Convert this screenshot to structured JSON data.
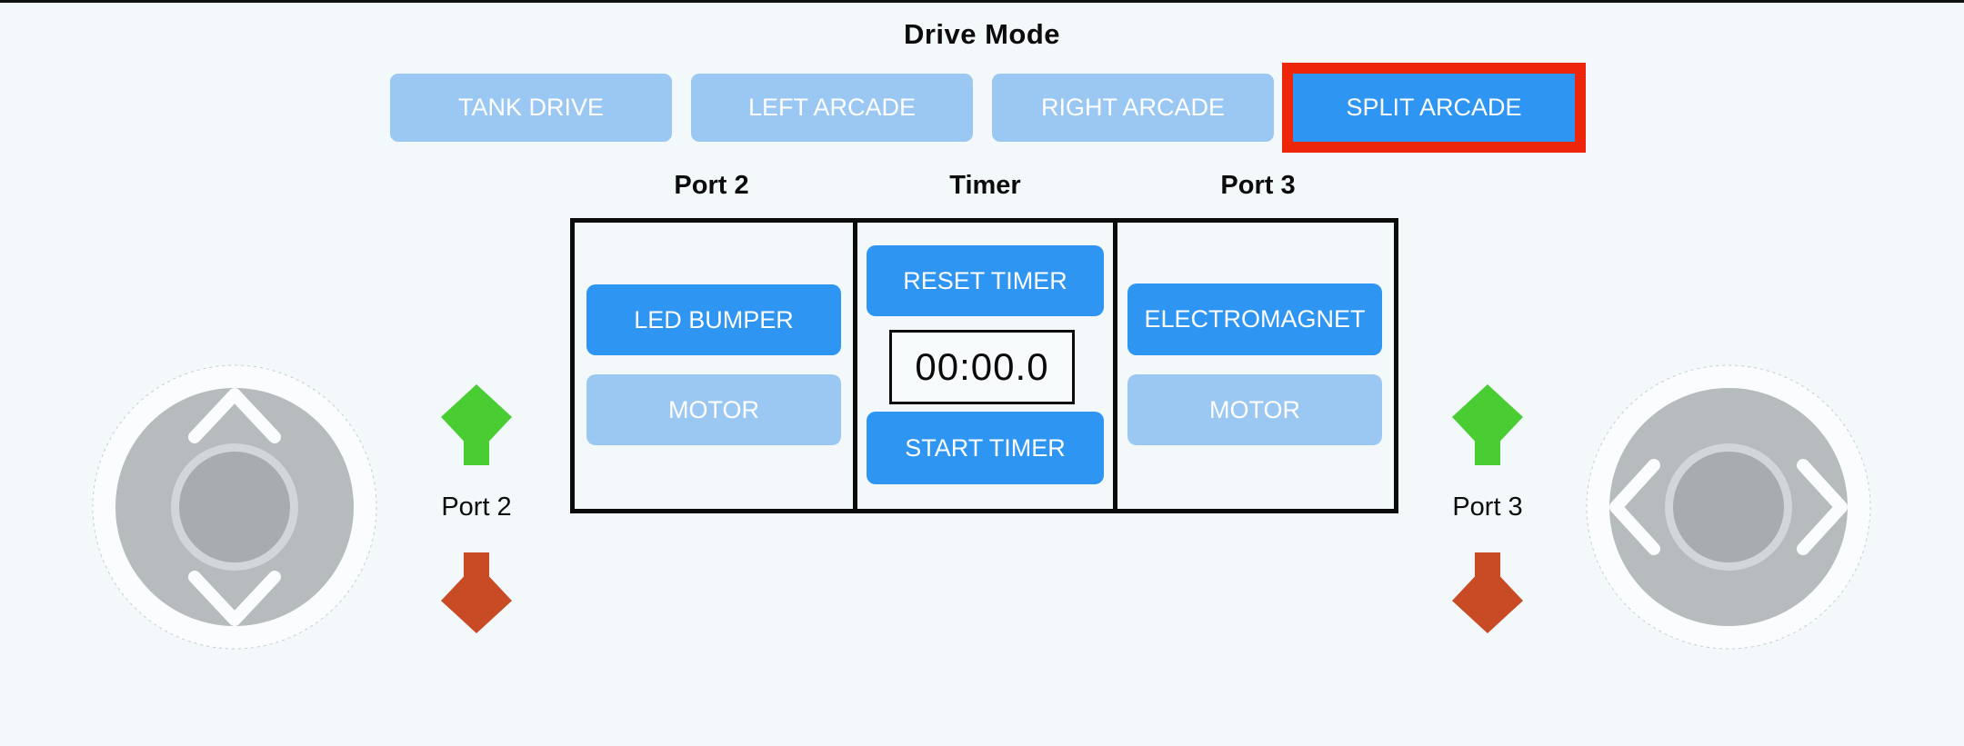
{
  "page_title": "Drive Mode",
  "drive_mode": {
    "buttons": [
      {
        "label": "TANK DRIVE",
        "selected": false
      },
      {
        "label": "LEFT ARCADE",
        "selected": false
      },
      {
        "label": "RIGHT ARCADE",
        "selected": false
      },
      {
        "label": "SPLIT ARCADE",
        "selected": true
      }
    ]
  },
  "panel": {
    "columns": [
      {
        "header": "Port 2",
        "buttons": [
          {
            "label": "LED BUMPER",
            "state": "active"
          },
          {
            "label": "MOTOR",
            "state": "inactive"
          }
        ]
      },
      {
        "header": "Timer",
        "reset_label": "RESET TIMER",
        "display_value": "00:00.0",
        "start_label": "START TIMER"
      },
      {
        "header": "Port 3",
        "buttons": [
          {
            "label": "ELECTROMAGNET",
            "state": "active"
          },
          {
            "label": "MOTOR",
            "state": "inactive"
          }
        ]
      }
    ]
  },
  "left_indicator": {
    "up_icon": "green-up-arrow",
    "label": "Port 2",
    "down_icon": "red-down-arrow"
  },
  "right_indicator": {
    "up_icon": "green-up-arrow",
    "label": "Port 3",
    "down_icon": "red-down-arrow"
  },
  "joysticks": {
    "left": {
      "type": "vertical-joystick",
      "icons": [
        "chevron-up-icon",
        "chevron-down-icon"
      ]
    },
    "right": {
      "type": "horizontal-joystick",
      "icons": [
        "chevron-left-icon",
        "chevron-right-icon"
      ]
    }
  },
  "colors": {
    "background": "#F3F8FA",
    "button_active": "#2E96F2",
    "button_inactive": "#9BC8F3",
    "button_text": "#FFFFFF",
    "selected_outline_red": "#EE2609",
    "table_border": "#0B0B0B",
    "arrow_green": "#49CD32",
    "arrow_red": "#C94B26",
    "joystick_disc": "#B6BBBD",
    "joystick_ring": "#D2D6D8",
    "joystick_knob": "#A7ACAF"
  }
}
